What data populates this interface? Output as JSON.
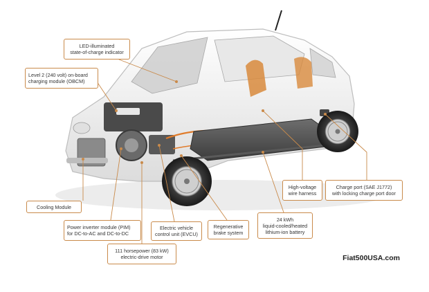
{
  "diagram": {
    "callouts": {
      "led_indicator": {
        "line1": "LED-illuminated",
        "line2": "state-of-charge indicator"
      },
      "charging_module": {
        "line1": "Level 2 (240 volt) on-board",
        "line2": "charging module (OBCM)"
      },
      "cooling_module": {
        "line1": "Cooling Module"
      },
      "power_inverter": {
        "line1": "Power inverter module (PIM)",
        "line2": "for DC-to-AC and DC-to-DC"
      },
      "evcu": {
        "line1": "Electric vehicle",
        "line2": "control unit (EVCU)"
      },
      "regen_brake": {
        "line1": "Regenerative",
        "line2": "brake system"
      },
      "motor": {
        "line1": "111 horsepower (83 kW)",
        "line2": "electric-drive motor"
      },
      "battery": {
        "line1": "24 kWh",
        "line2": "liquid-cooled/heated",
        "line3": "lithium-ion battery"
      },
      "wire_harness": {
        "line1": "High-voltage",
        "line2": "wire harness"
      },
      "charge_port": {
        "line1": "Charge port (SAE J1772)",
        "line2": "with locking charge port door"
      }
    },
    "watermark": "Fiat500USA.com",
    "colors": {
      "leader": "#c98a4a",
      "body": "#f4f4f4",
      "chassis": "#5a5a5a",
      "seat": "#d88a3c"
    }
  }
}
